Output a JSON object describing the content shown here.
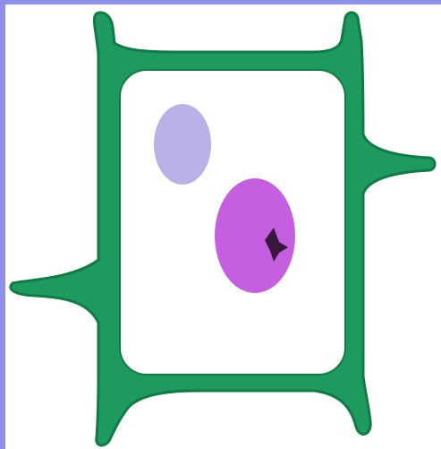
{
  "diagram": {
    "colors": {
      "frame": "#8f90e8",
      "background": "#ffffff",
      "cell_wall": "#1f9a5e",
      "cell_wall_outline": "#127a45",
      "cytoplasm": "#ffffff",
      "vacuole": "#b9b2e6",
      "nucleus": "#c45fe0",
      "nucleolus": "#3a1740"
    },
    "parts": [
      "cell-wall",
      "cytoplasm",
      "vacuole",
      "nucleus",
      "nucleolus"
    ]
  }
}
